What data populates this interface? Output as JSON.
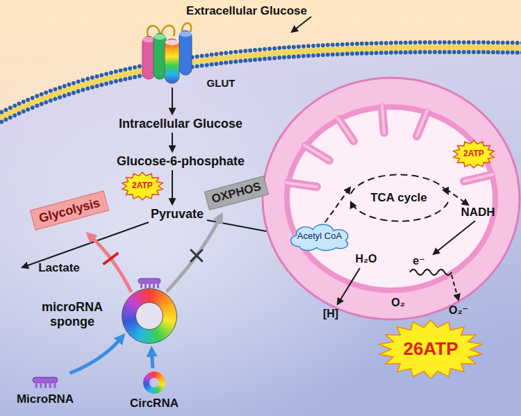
{
  "diagram": {
    "nodes": [
      {
        "text": [
          "Glycolysis"
        ]
      },
      {
        "text": [
          "OXPHOS"
        ]
      },
      {
        "text": [
          "2ATP"
        ]
      },
      {
        "text": [
          "Acetyl CoA"
        ]
      },
      {
        "text": [
          "2ATP"
        ]
      },
      {
        "text": [
          "26ATP"
        ]
      },
      {
        "text": [
          "microRNA sponge"
        ]
      },
      {
        "text": [
          "MicroRNA"
        ]
      },
      {
        "text": [
          "CircRNA"
        ]
      }
    ],
    "edges": [
      {
        "from": 7,
        "to": 6,
        "arrow": "to"
      },
      {
        "from": 8,
        "to": 6,
        "arrow": "to"
      },
      {
        "from": 6,
        "to": 0,
        "arrow": "to"
      },
      {
        "from": 6,
        "to": 1,
        "arrow": "to"
      }
    ],
    "labels": [
      "Extracellular Glucose",
      "GLUT",
      "Intracellular Glucose",
      "Glucose-6-phosphate",
      "Pyruvate",
      "Lactate",
      "TCA cycle",
      "NADH",
      "H₂O",
      "e⁻",
      "[H]",
      "O₂",
      "O₂⁻"
    ]
  }
}
